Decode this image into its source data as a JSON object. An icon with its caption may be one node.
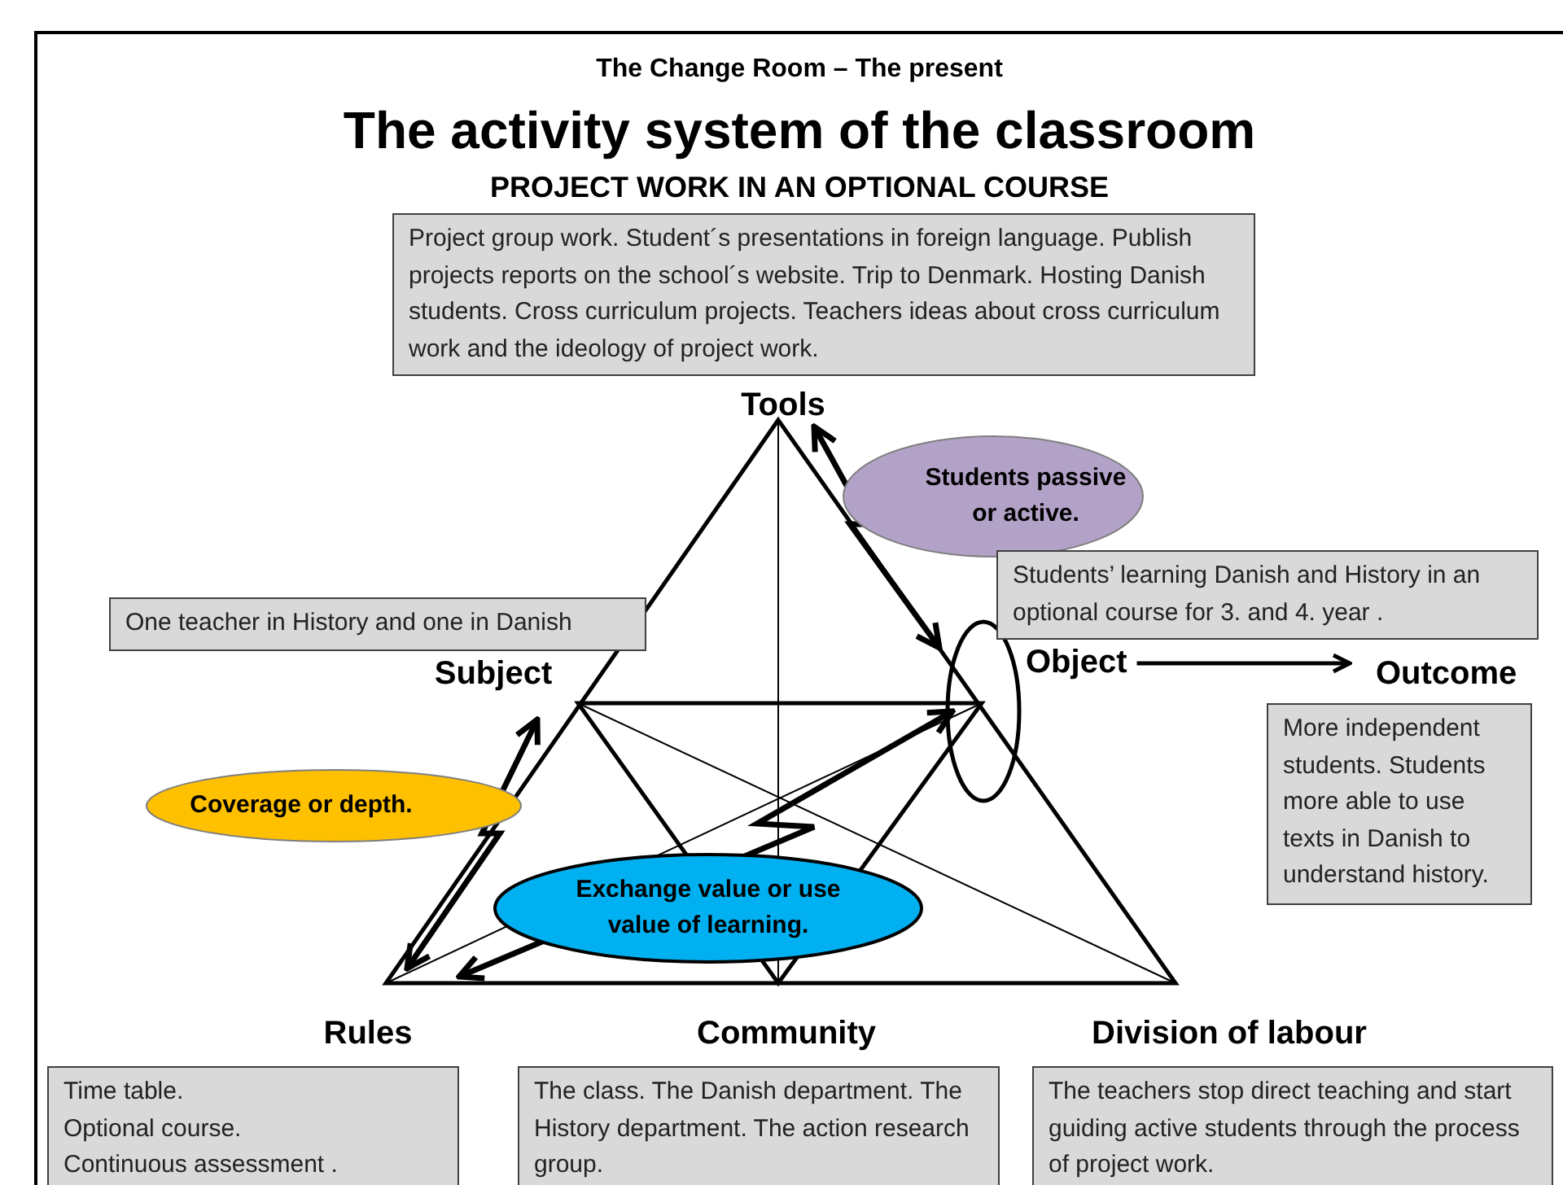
{
  "diagram": {
    "title": "The activity system of the classroom",
    "nodes": [
      {
        "text": [
          "Project group work. Student´s presentations in foreign language. Publish projects reports on the school´s website. Trip to Denmark. Hosting Danish students. Cross curriculum projects. Teachers ideas about cross curriculum work and the ideology of project work."
        ]
      },
      {
        "text": [
          "Students passive or active."
        ]
      },
      {
        "text": [
          "Students’ learning Danish and History in an optional course for 3. and 4. year ."
        ]
      },
      {
        "text": [
          "One teacher in History and one in Danish"
        ]
      },
      {
        "text": [
          "Object"
        ]
      },
      {
        "text": [
          "Outcome"
        ]
      },
      {
        "text": [
          "More independent students. Students more able to use texts in Danish to understand history."
        ]
      },
      {
        "text": [
          "Coverage or depth."
        ]
      },
      {
        "text": [
          "Exchange value or use value of learning."
        ]
      },
      {
        "text": [
          "Time table.",
          "Optional course.",
          "Continuous assessment ."
        ]
      },
      {
        "text": [
          "The class. The Danish department. The History department. The action research group."
        ]
      },
      {
        "text": [
          "The teachers stop direct teaching and start guiding active students through the process of project work."
        ]
      }
    ],
    "edges": [
      {
        "from": 4,
        "to": 5,
        "arrow": "to"
      }
    ],
    "labels": [
      "The Change Room – The present",
      "PROJECT WORK IN AN OPTIONAL COURSE",
      "Tools",
      "Subject",
      "Rules",
      "Community",
      "Division of labour"
    ]
  }
}
